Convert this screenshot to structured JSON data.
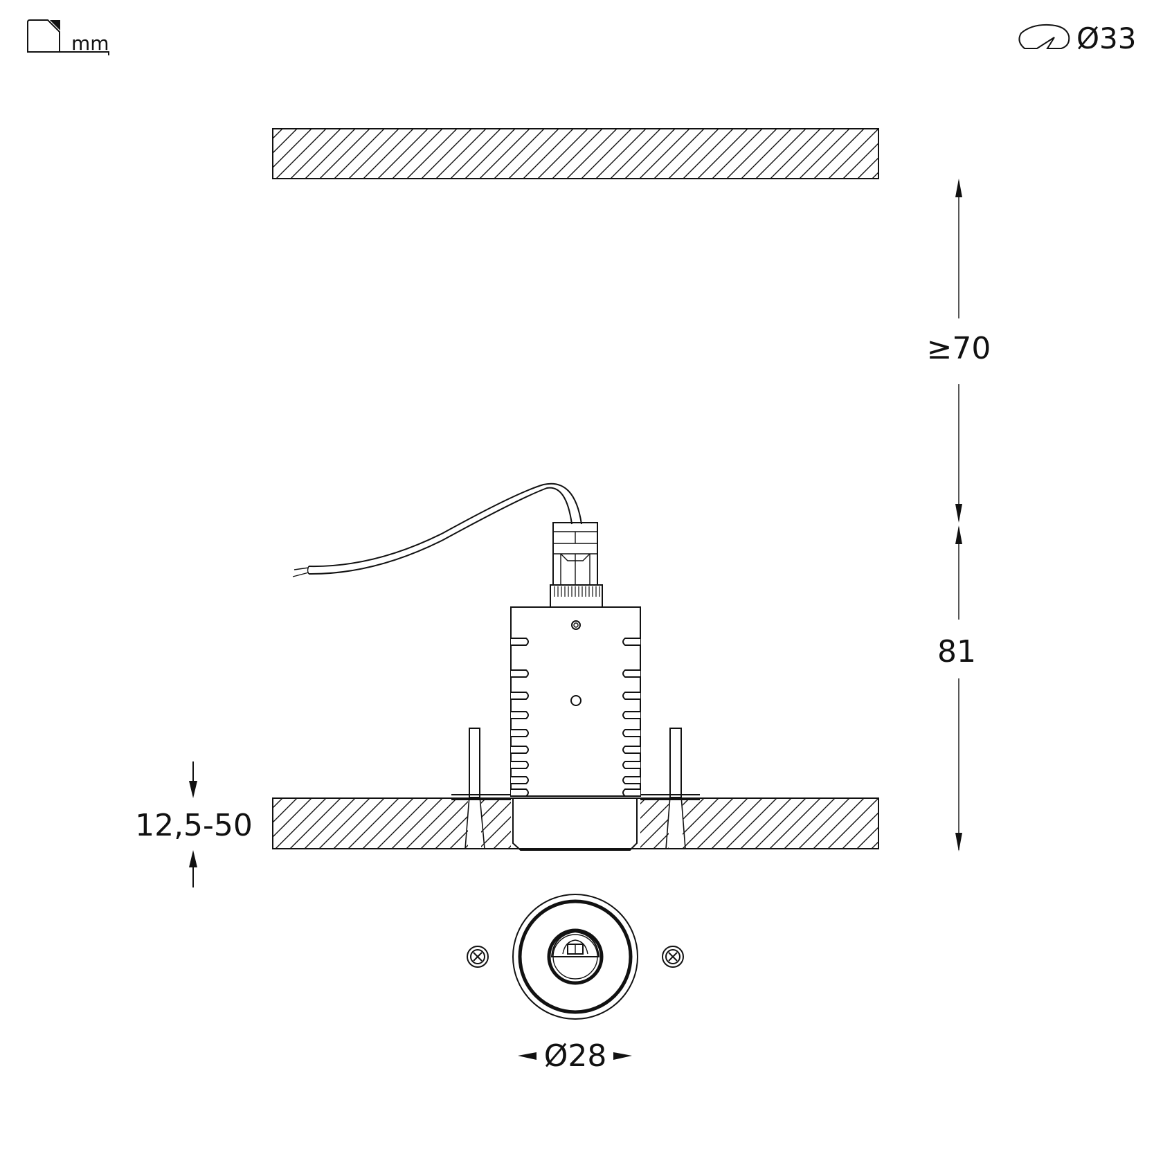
{
  "header": {
    "unit_label": "mm",
    "cutout_label": "Ø33"
  },
  "dimensions": {
    "clearance": "≥70",
    "height": "81",
    "ceiling_thickness": "12,5-50",
    "diameter": "Ø28"
  },
  "colors": {
    "line": "#111111",
    "background": "#ffffff"
  }
}
